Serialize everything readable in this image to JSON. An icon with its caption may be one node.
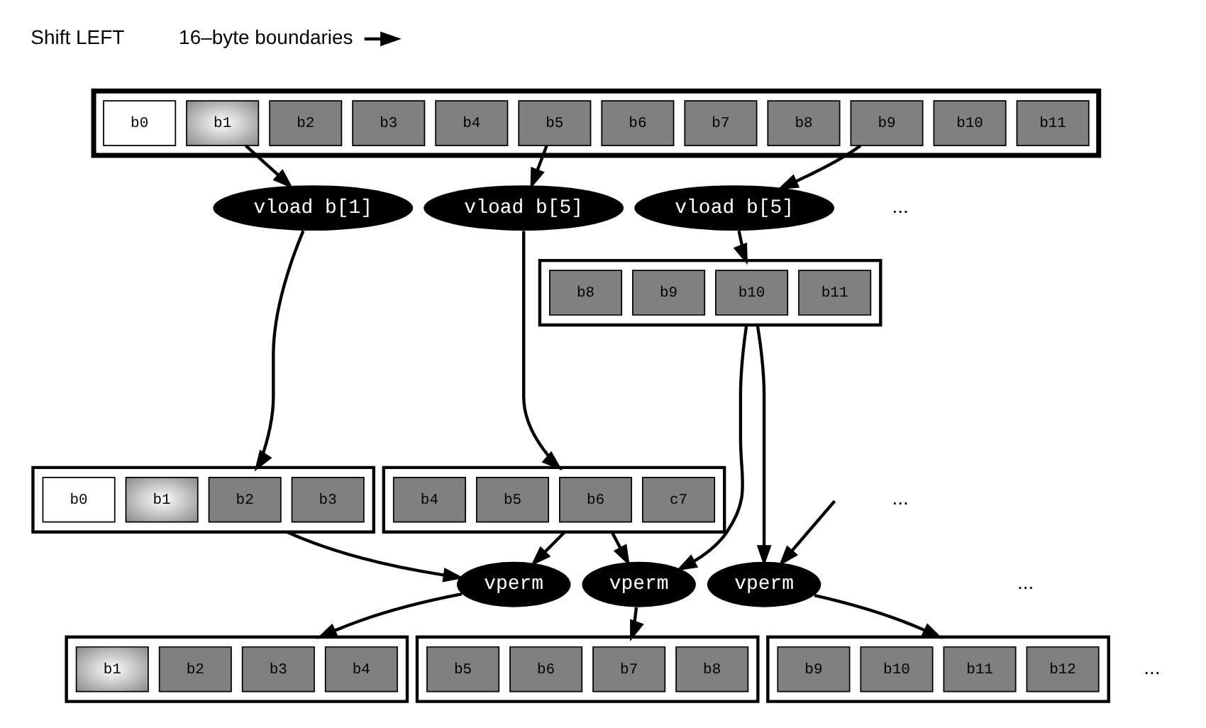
{
  "diagram": {
    "nodes": [
      {
        "text": [],
        "shape": "bar"
      },
      {
        "text": [
          "b0"
        ],
        "in": 0
      },
      {
        "text": [
          "b1"
        ],
        "in": 0
      },
      {
        "text": [
          "b2"
        ],
        "in": 0
      },
      {
        "text": [
          "b3"
        ],
        "in": 0
      },
      {
        "text": [
          "b4"
        ],
        "in": 0
      },
      {
        "text": [
          "b5"
        ],
        "in": 0
      },
      {
        "text": [
          "b6"
        ],
        "in": 0
      },
      {
        "text": [
          "b7"
        ],
        "in": 0
      },
      {
        "text": [
          "b8"
        ],
        "in": 0
      },
      {
        "text": [
          "b9"
        ],
        "in": 0
      },
      {
        "text": [
          "b10"
        ],
        "in": 0
      },
      {
        "text": [
          "b11"
        ],
        "in": 0
      },
      {
        "text": [
          "16–byte boundaries"
        ]
      },
      {
        "text": [
          "vload b[1]"
        ]
      },
      {
        "text": [
          "vload b[5]"
        ]
      },
      {
        "text": [
          "vload b[5]"
        ]
      },
      {
        "text": [],
        "shape": "box"
      },
      {
        "text": [
          "b0"
        ],
        "in": 17
      },
      {
        "text": [
          "b1"
        ],
        "in": 17
      },
      {
        "text": [
          "b2"
        ],
        "in": 17
      },
      {
        "text": [
          "b3"
        ],
        "in": 17
      },
      {
        "text": [],
        "shape": "box"
      },
      {
        "text": [
          "b4"
        ],
        "in": 22
      },
      {
        "text": [
          "b5"
        ],
        "in": 22
      },
      {
        "text": [
          "b6"
        ],
        "in": 22
      },
      {
        "text": [
          "c7"
        ],
        "in": 22
      },
      {
        "text": [],
        "shape": "box"
      },
      {
        "text": [
          "b8"
        ],
        "in": 27
      },
      {
        "text": [
          "b9"
        ],
        "in": 27
      },
      {
        "text": [
          "b10"
        ],
        "in": 27
      },
      {
        "text": [
          "b11"
        ],
        "in": 27
      },
      {
        "text": [
          "vperm"
        ]
      },
      {
        "text": [
          "vperm"
        ]
      },
      {
        "text": [
          "vperm"
        ]
      },
      {
        "text": [],
        "shape": "box"
      },
      {
        "text": [
          "b1"
        ],
        "in": 35
      },
      {
        "text": [
          "b2"
        ],
        "in": 35
      },
      {
        "text": [
          "b3"
        ],
        "in": 35
      },
      {
        "text": [
          "b4"
        ],
        "in": 35
      },
      {
        "text": [],
        "shape": "box"
      },
      {
        "text": [
          "b5"
        ],
        "in": 40
      },
      {
        "text": [
          "b6"
        ],
        "in": 40
      },
      {
        "text": [
          "b7"
        ],
        "in": 40
      },
      {
        "text": [
          "b8"
        ],
        "in": 40
      },
      {
        "text": [],
        "shape": "box"
      },
      {
        "text": [
          "b9"
        ],
        "in": 45
      },
      {
        "text": [
          "b10"
        ],
        "in": 45
      },
      {
        "text": [
          "b11"
        ],
        "in": 45
      },
      {
        "text": [
          "b12"
        ],
        "in": 45
      }
    ],
    "edges": [
      {
        "from": 13,
        "to": null,
        "arrow": "to"
      },
      {
        "from": 2,
        "to": 14,
        "arrow": "to"
      },
      {
        "from": 6,
        "to": 15,
        "arrow": "to"
      },
      {
        "from": 10,
        "to": 16,
        "arrow": "to"
      },
      {
        "from": 14,
        "to": 17,
        "arrow": "to"
      },
      {
        "from": 15,
        "to": 22,
        "arrow": "to"
      },
      {
        "from": 16,
        "to": 27,
        "arrow": "to"
      },
      {
        "from": 17,
        "to": 32,
        "arrow": "to"
      },
      {
        "from": 22,
        "to": 32,
        "arrow": "to"
      },
      {
        "from": 22,
        "to": 33,
        "arrow": "to"
      },
      {
        "from": 27,
        "to": 33,
        "arrow": "to"
      },
      {
        "from": 27,
        "to": 34,
        "arrow": "to"
      },
      {
        "from": null,
        "to": 34,
        "arrow": "to"
      },
      {
        "from": 32,
        "to": 35,
        "arrow": "to"
      },
      {
        "from": 33,
        "to": 40,
        "arrow": "to"
      },
      {
        "from": 34,
        "to": 45,
        "arrow": "to"
      }
    ],
    "labels": [
      "Shift LEFT",
      "...",
      "...",
      "...",
      "..."
    ]
  }
}
